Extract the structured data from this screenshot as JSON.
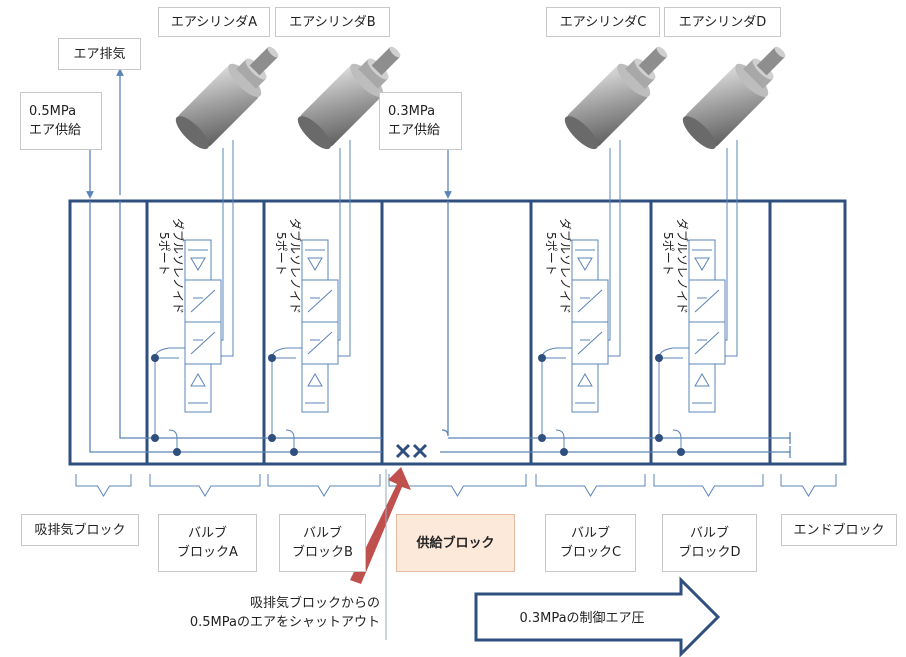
{
  "cylinders": [
    {
      "id": "a",
      "label": "エアシリンダA"
    },
    {
      "id": "b",
      "label": "エアシリンダB"
    },
    {
      "id": "c",
      "label": "エアシリンダC"
    },
    {
      "id": "d",
      "label": "エアシリンダD"
    }
  ],
  "exhaust_label": "エア排気",
  "supply_05": {
    "line1": "0.5MPa",
    "line2": "エア供給"
  },
  "supply_03": {
    "line1": "0.3MPa",
    "line2": "エア供給"
  },
  "valve_text": {
    "line1": "5ポート",
    "line2": "ダブルソレノイド"
  },
  "blocks": {
    "intake_exhaust": "吸排気ブロック",
    "valve_a": {
      "line1": "バルブ",
      "line2": "ブロックA"
    },
    "valve_b": {
      "line1": "バルブ",
      "line2": "ブロックB"
    },
    "supply": "供給ブロック",
    "valve_c": {
      "line1": "バルブ",
      "line2": "ブロックC"
    },
    "valve_d": {
      "line1": "バルブ",
      "line2": "ブロックD"
    },
    "end": "エンドブロック"
  },
  "shutoff_note": {
    "line1": "吸排気ブロックからの",
    "line2": "0.5MPaのエアをシャットアウト"
  },
  "control_pressure": "0.3MPaの制御エア圧",
  "colors": {
    "frame": "#2f4f7f",
    "line": "#5b84b8",
    "red_arrow": "#c0504d",
    "highlight": "#fde9d9"
  }
}
